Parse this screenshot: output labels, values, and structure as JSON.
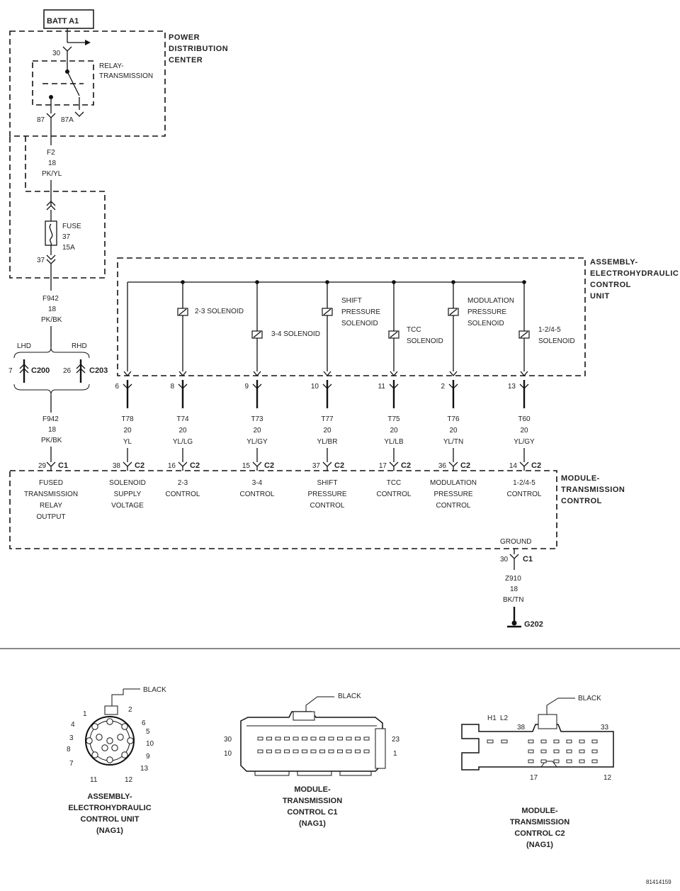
{
  "power": {
    "batt": "BATT A1",
    "pdc": [
      "POWER",
      "DISTRIBUTION",
      "CENTER"
    ],
    "relay": [
      "RELAY-",
      "TRANSMISSION"
    ],
    "pin30": "30",
    "pin87": "87",
    "pin87a": "87A",
    "wire1": [
      "F2",
      "18",
      "PK/YL"
    ],
    "fuse": [
      "FUSE",
      "37",
      "15A"
    ],
    "fusepin": "37",
    "wire2": [
      "F942",
      "18",
      "PK/BK"
    ],
    "lhd": "LHD",
    "rhd": "RHD",
    "c200pin": "7",
    "c200": "C200",
    "c203pin": "26",
    "c203": "C203",
    "wire3": [
      "F942",
      "18",
      "PK/BK"
    ],
    "tcmpin": "29",
    "tcmconn": "C1"
  },
  "ehcu": {
    "title": [
      "ASSEMBLY-",
      "ELECTROHYDRAULIC",
      "CONTROL",
      "UNIT"
    ],
    "solenoids": [
      {
        "label": [
          "2-3 SOLENOID"
        ]
      },
      {
        "label": [
          "3-4 SOLENOID"
        ]
      },
      {
        "label": [
          "SHIFT",
          "PRESSURE",
          "SOLENOID"
        ]
      },
      {
        "label": [
          "TCC",
          "SOLENOID"
        ]
      },
      {
        "label": [
          "MODULATION",
          "PRESSURE",
          "SOLENOID"
        ]
      },
      {
        "label": [
          "1-2/4-5",
          "SOLENOID"
        ]
      }
    ]
  },
  "circuits": [
    {
      "pin": "6",
      "wire": "T78",
      "gauge": "20",
      "color": "YL",
      "tcmpin": "38",
      "conn": "C2",
      "func": [
        "SOLENOID",
        "SUPPLY",
        "VOLTAGE"
      ]
    },
    {
      "pin": "8",
      "wire": "T74",
      "gauge": "20",
      "color": "YL/LG",
      "tcmpin": "16",
      "conn": "C2",
      "func": [
        "2-3",
        "CONTROL"
      ]
    },
    {
      "pin": "9",
      "wire": "T73",
      "gauge": "20",
      "color": "YL/GY",
      "tcmpin": "15",
      "conn": "C2",
      "func": [
        "3-4",
        "CONTROL"
      ]
    },
    {
      "pin": "10",
      "wire": "T77",
      "gauge": "20",
      "color": "YL/BR",
      "tcmpin": "37",
      "conn": "C2",
      "func": [
        "SHIFT",
        "PRESSURE",
        "CONTROL"
      ]
    },
    {
      "pin": "11",
      "wire": "T75",
      "gauge": "20",
      "color": "YL/LB",
      "tcmpin": "17",
      "conn": "C2",
      "func": [
        "TCC",
        "CONTROL"
      ]
    },
    {
      "pin": "2",
      "wire": "T76",
      "gauge": "20",
      "color": "YL/TN",
      "tcmpin": "36",
      "conn": "C2",
      "func": [
        "MODULATION",
        "PRESSURE",
        "CONTROL"
      ]
    },
    {
      "pin": "13",
      "wire": "T60",
      "gauge": "20",
      "color": "YL/GY",
      "tcmpin": "14",
      "conn": "C2",
      "func": [
        "1-2/4-5",
        "CONTROL"
      ]
    }
  ],
  "tcm": {
    "title": [
      "MODULE-",
      "TRANSMISSION",
      "CONTROL"
    ],
    "fused": [
      "FUSED",
      "TRANSMISSION",
      "RELAY",
      "OUTPUT"
    ],
    "ground": "GROUND",
    "gndpin": "30",
    "gndconn": "C1",
    "gndwire": [
      "Z910",
      "18",
      "BK/TN"
    ],
    "gnd": "G202"
  },
  "connectors": {
    "ehcu": {
      "color": "BLACK",
      "pins": [
        "1",
        "2",
        "3",
        "4",
        "5",
        "6",
        "7",
        "8",
        "9",
        "10",
        "11",
        "12",
        "13"
      ],
      "caption": [
        "ASSEMBLY-",
        "ELECTROHYDRAULIC",
        "CONTROL UNIT",
        "(NAG1)"
      ]
    },
    "c1": {
      "color": "BLACK",
      "pins": [
        "30",
        "10",
        "23",
        "1"
      ],
      "caption": [
        "MODULE-",
        "TRANSMISSION",
        "CONTROL C1",
        "(NAG1)"
      ]
    },
    "c2": {
      "color": "BLACK",
      "pins": [
        "H1",
        "L2",
        "38",
        "33",
        "17",
        "12"
      ],
      "caption": [
        "MODULE-",
        "TRANSMISSION",
        "CONTROL C2",
        "(NAG1)"
      ]
    }
  },
  "figure_id": "81414159"
}
